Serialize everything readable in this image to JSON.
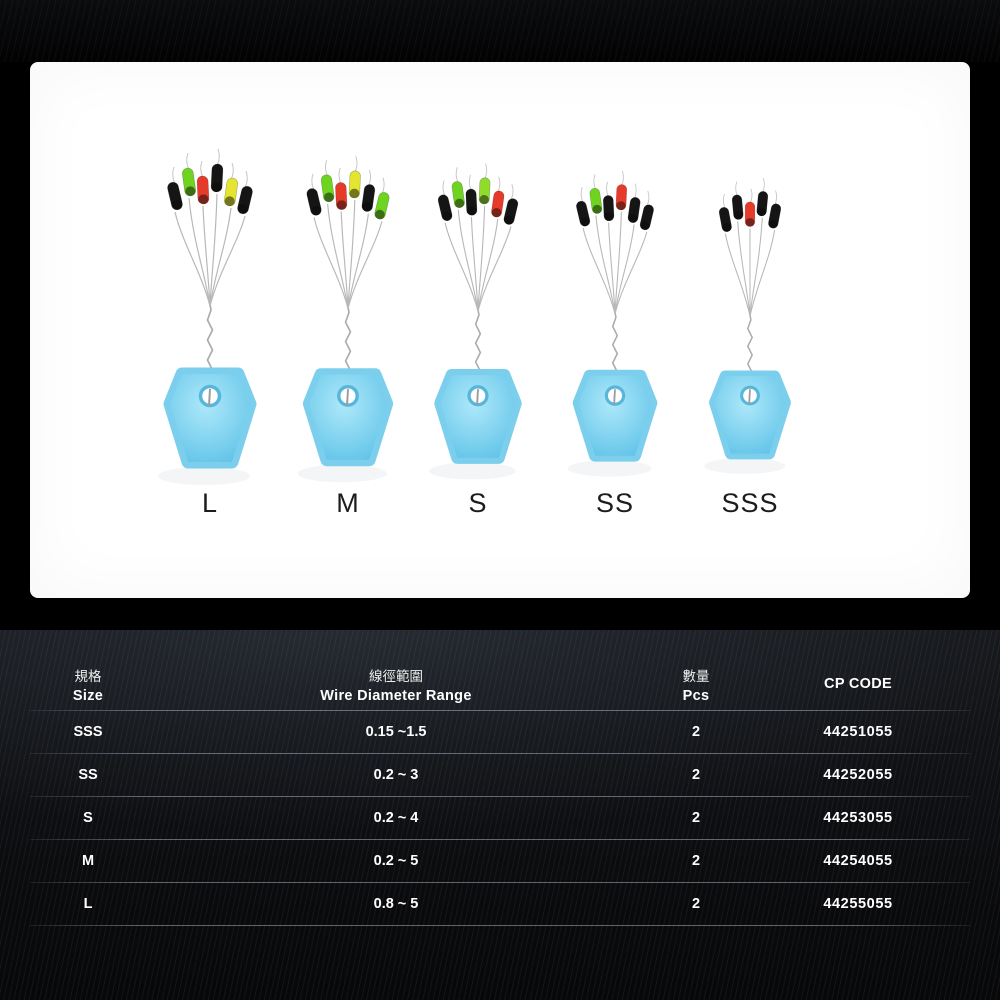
{
  "photo": {
    "background": "#ffffff",
    "stoppers": [
      {
        "label": "L",
        "bead_colors": [
          "#151515",
          "#6fd41f",
          "#e63a2a",
          "#151515",
          "#e3e531",
          "#151515"
        ]
      },
      {
        "label": "M",
        "bead_colors": [
          "#151515",
          "#6fd41f",
          "#e63a2a",
          "#e3e531",
          "#151515",
          "#6fd41f"
        ]
      },
      {
        "label": "S",
        "bead_colors": [
          "#151515",
          "#6fd41f",
          "#151515",
          "#8fdd2a",
          "#e63a2a",
          "#151515"
        ]
      },
      {
        "label": "SS",
        "bead_colors": [
          "#151515",
          "#6fd41f",
          "#151515",
          "#e63a2a",
          "#151515",
          "#151515"
        ]
      },
      {
        "label": "SSS",
        "bead_colors": [
          "#151515",
          "#151515",
          "#e63a2a",
          "#151515",
          "#151515"
        ]
      }
    ]
  },
  "table": {
    "header": {
      "size_zh": "規格",
      "size_en": "Size",
      "range_zh": "線徑範圍",
      "range_en": "Wire Diameter Range",
      "pcs_zh": "數量",
      "pcs_en": "Pcs",
      "code": "CP CODE"
    },
    "rows": [
      {
        "size": "SSS",
        "range": "0.15 ~1.5",
        "pcs": "2",
        "code": "44251055"
      },
      {
        "size": "SS",
        "range": "0.2 ~ 3",
        "pcs": "2",
        "code": "44252055"
      },
      {
        "size": "S",
        "range": "0.2 ~ 4",
        "pcs": "2",
        "code": "44253055"
      },
      {
        "size": "M",
        "range": "0.2 ~ 5",
        "pcs": "2",
        "code": "44254055"
      },
      {
        "size": "L",
        "range": "0.8 ~ 5",
        "pcs": "2",
        "code": "44255055"
      }
    ]
  },
  "colors": {
    "tag_blue": "#7fd2ef",
    "tag_blue_light": "#aee8fa",
    "tag_blue_dark": "#57b6da",
    "wire_gray": "#b5b5b5",
    "panel_white": "#ffffff",
    "band_dark": "#0a0b0d",
    "text_white": "#ffffff"
  }
}
